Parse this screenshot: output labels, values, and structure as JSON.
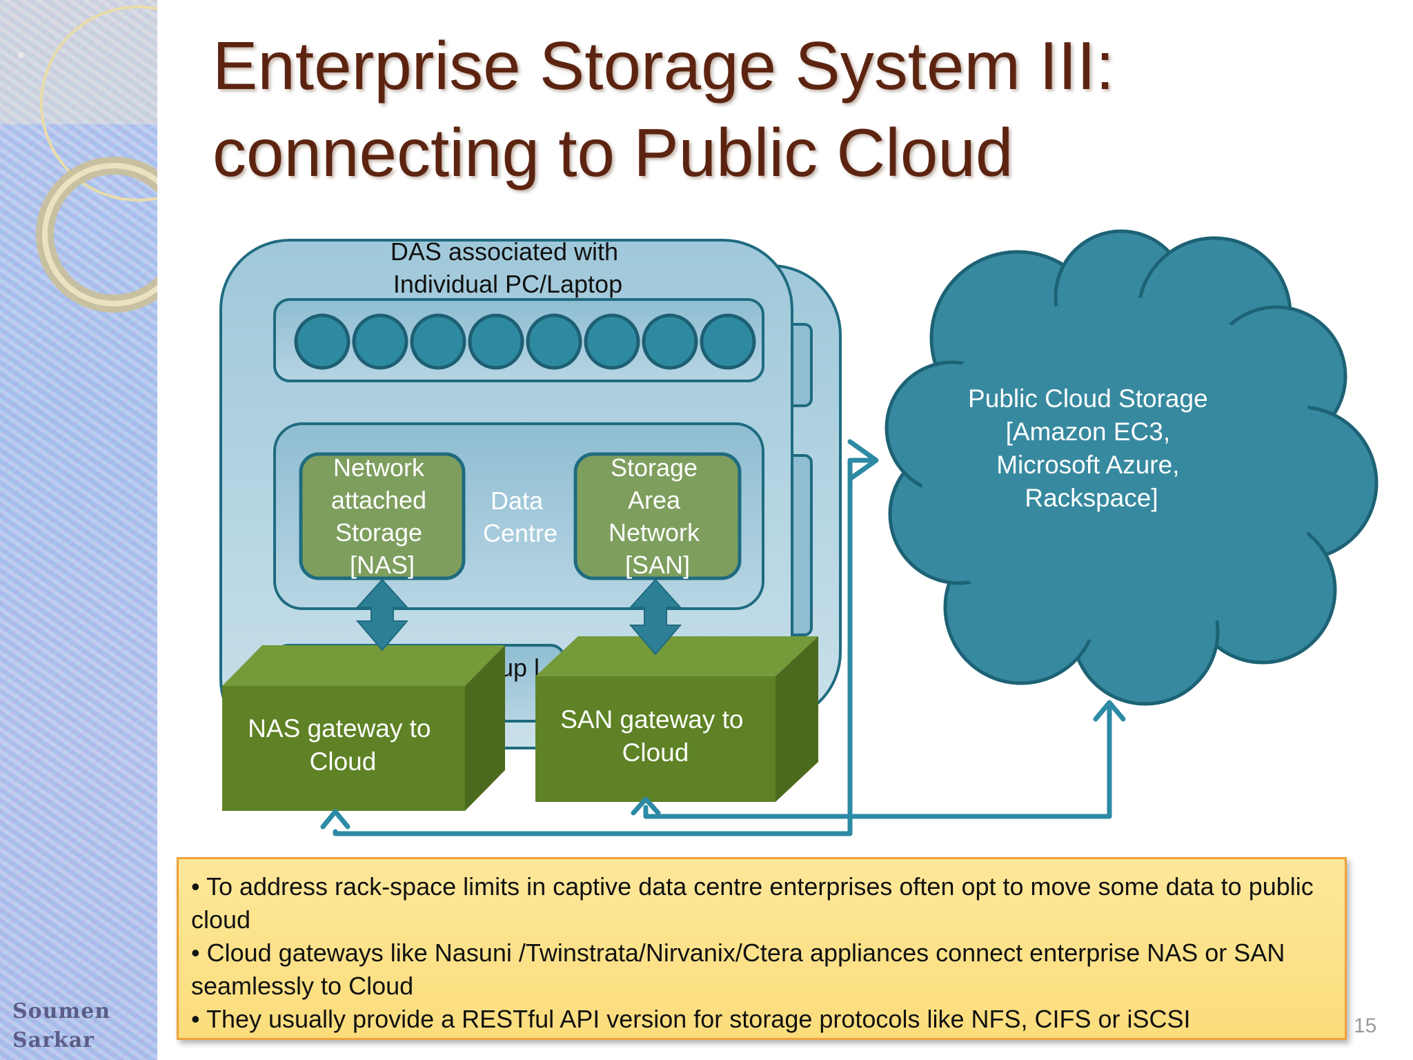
{
  "slide": {
    "title_lines": [
      "Enterprise Storage System III:",
      "connecting to Public Cloud"
    ],
    "author_lines": [
      "Soumen",
      "Sarkar"
    ],
    "page_number": "15"
  },
  "diagram": {
    "das_label_lines": [
      "DAS associated with",
      "Individual PC/Laptop"
    ],
    "disk_count": 8,
    "nas_lines": [
      "Network",
      "attached",
      "Storage",
      "[NAS]"
    ],
    "data_centre_lines": [
      "Data",
      "Centre"
    ],
    "san_lines": [
      "Storage",
      "Area",
      "Network",
      "[SAN]"
    ],
    "backup_fragment": "up l",
    "nas_gateway_lines": [
      "NAS gateway to",
      "Cloud"
    ],
    "san_gateway_lines": [
      "SAN gateway to",
      "Cloud"
    ],
    "cloud_lines": [
      "Public Cloud Storage",
      "[Amazon EC3,",
      "Microsoft Azure,",
      "Rackspace]"
    ]
  },
  "notes": {
    "bullets": [
      "•  To address rack-space limits in captive data centre enterprises often opt to move some data to public cloud",
      "•  Cloud gateways  like Nasuni /Twinstrata/Nirvanix/Ctera appliances  connect enterprise NAS or SAN seamlessly to Cloud",
      "• They usually provide a RESTful API version for storage protocols like NFS, CIFS or iSCSI"
    ]
  },
  "colors": {
    "title": "#5c2410",
    "container_fill": "#a8cede",
    "container_stroke": "#1f6b80",
    "disk_fill": "#2e8aa1",
    "storage_box_fill": "#7e9e5e",
    "gateway_front": "#5e8225",
    "arrow": "#2c8aa4",
    "cloud_fill": "#37899f",
    "notes_fill": "#fbe08a",
    "notes_border": "#efa23a"
  }
}
